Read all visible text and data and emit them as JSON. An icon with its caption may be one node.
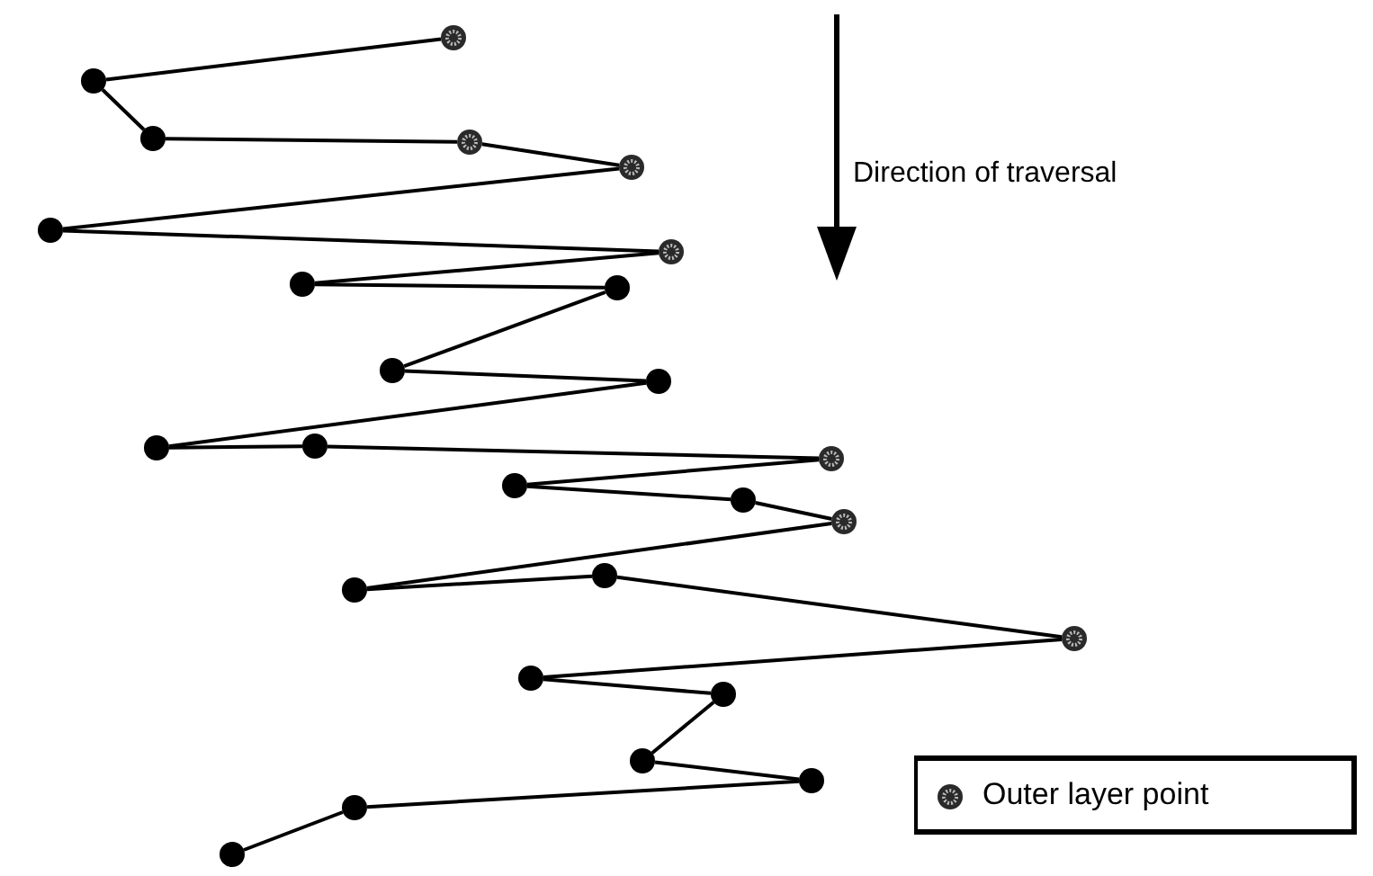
{
  "diagram": {
    "nodes": [
      {
        "text": [],
        "shape": "circle"
      },
      {
        "text": [],
        "shape": "circle"
      },
      {
        "text": [],
        "shape": "circle"
      },
      {
        "text": [],
        "shape": "circle"
      },
      {
        "text": [],
        "shape": "circle"
      },
      {
        "text": [],
        "shape": "circle"
      },
      {
        "text": [],
        "shape": "circle"
      },
      {
        "text": [],
        "shape": "circle"
      },
      {
        "text": [],
        "shape": "circle"
      },
      {
        "text": [],
        "shape": "circle"
      },
      {
        "text": [],
        "shape": "circle"
      },
      {
        "text": [],
        "shape": "circle"
      },
      {
        "text": [],
        "shape": "circle"
      },
      {
        "text": [],
        "shape": "circle"
      },
      {
        "text": [],
        "shape": "circle"
      },
      {
        "text": [],
        "shape": "circle"
      },
      {
        "text": [],
        "shape": "circle"
      },
      {
        "text": [],
        "shape": "circle"
      },
      {
        "text": [],
        "shape": "circle"
      },
      {
        "text": [],
        "shape": "circle"
      },
      {
        "text": [],
        "shape": "circle"
      },
      {
        "text": [],
        "shape": "circle"
      },
      {
        "text": [],
        "shape": "circle"
      },
      {
        "text": [],
        "shape": "circle"
      },
      {
        "text": [],
        "shape": "circle"
      },
      {
        "text": [],
        "shape": "circle"
      }
    ],
    "edges": [
      {
        "from": 0,
        "to": 1,
        "arrow": "none"
      },
      {
        "from": 1,
        "to": 2,
        "arrow": "none"
      },
      {
        "from": 2,
        "to": 3,
        "arrow": "none"
      },
      {
        "from": 3,
        "to": 4,
        "arrow": "none"
      },
      {
        "from": 4,
        "to": 5,
        "arrow": "none"
      },
      {
        "from": 5,
        "to": 6,
        "arrow": "none"
      },
      {
        "from": 6,
        "to": 7,
        "arrow": "none"
      },
      {
        "from": 7,
        "to": 8,
        "arrow": "none"
      },
      {
        "from": 8,
        "to": 9,
        "arrow": "none"
      },
      {
        "from": 9,
        "to": 10,
        "arrow": "none"
      },
      {
        "from": 10,
        "to": 11,
        "arrow": "none"
      },
      {
        "from": 11,
        "to": 12,
        "arrow": "none"
      },
      {
        "from": 12,
        "to": 13,
        "arrow": "none"
      },
      {
        "from": 13,
        "to": 14,
        "arrow": "none"
      },
      {
        "from": 14,
        "to": 15,
        "arrow": "none"
      },
      {
        "from": 15,
        "to": 16,
        "arrow": "none"
      },
      {
        "from": 16,
        "to": 17,
        "arrow": "none"
      },
      {
        "from": 17,
        "to": 18,
        "arrow": "none"
      },
      {
        "from": 18,
        "to": 19,
        "arrow": "none"
      },
      {
        "from": 19,
        "to": 20,
        "arrow": "none"
      },
      {
        "from": 20,
        "to": 21,
        "arrow": "none"
      },
      {
        "from": 21,
        "to": 22,
        "arrow": "none"
      },
      {
        "from": 22,
        "to": 23,
        "arrow": "none"
      },
      {
        "from": 23,
        "to": 24,
        "arrow": "none"
      },
      {
        "from": 24,
        "to": 25,
        "arrow": "none"
      }
    ],
    "labels": [
      "Direction of traversal"
    ],
    "legend": [
      {
        "text": "Outer layer point"
      }
    ]
  }
}
